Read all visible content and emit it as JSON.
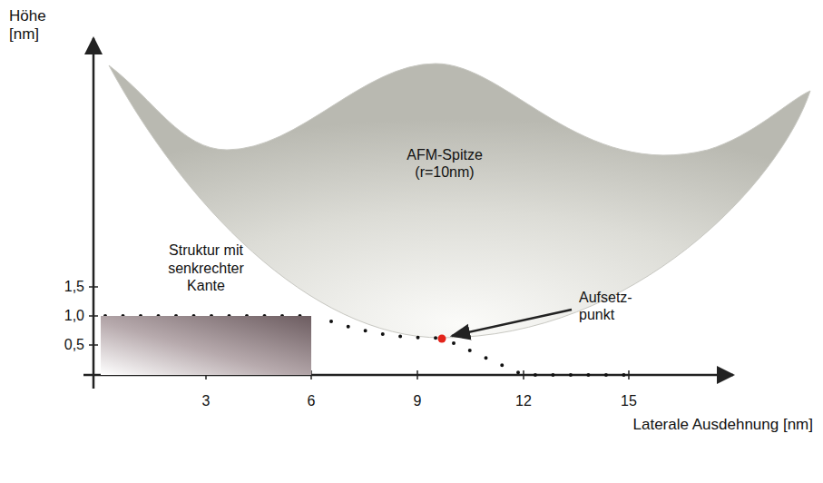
{
  "diagram": {
    "nodes": [
      {
        "text": [
          "AFM-Spitze (r=10nm)"
        ]
      },
      {
        "text": [
          "Struktur mit senkrechter Kante"
        ]
      }
    ],
    "labels": [
      "Höhe [nm]",
      "1,5",
      "1,0",
      "0,5",
      "3",
      "6",
      "9",
      "12",
      "15",
      "Aufsetz- punkt",
      "Laterale Ausdehnung [nm]"
    ]
  }
}
